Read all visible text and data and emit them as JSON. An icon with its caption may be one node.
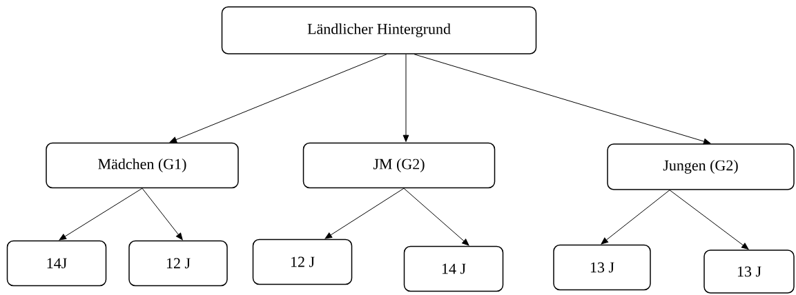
{
  "diagram": {
    "nodes": [
      {
        "text": [
          "Ländlicher Hintergrund"
        ]
      },
      {
        "text": [
          "Mädchen (G1)"
        ]
      },
      {
        "text": [
          "JM (G2)"
        ]
      },
      {
        "text": [
          "Jungen (G2)"
        ]
      },
      {
        "text": [
          "14J"
        ]
      },
      {
        "text": [
          "12 J"
        ]
      },
      {
        "text": [
          "12 J"
        ]
      },
      {
        "text": [
          "14 J"
        ]
      },
      {
        "text": [
          "13 J"
        ]
      },
      {
        "text": [
          "13 J"
        ]
      }
    ],
    "edges": [
      {
        "from": 0,
        "to": 1,
        "arrow": "to"
      },
      {
        "from": 0,
        "to": 2,
        "arrow": "to"
      },
      {
        "from": 0,
        "to": 3,
        "arrow": "to"
      },
      {
        "from": 1,
        "to": 4,
        "arrow": "to"
      },
      {
        "from": 1,
        "to": 5,
        "arrow": "to"
      },
      {
        "from": 2,
        "to": 6,
        "arrow": "to"
      },
      {
        "from": 2,
        "to": 7,
        "arrow": "to"
      },
      {
        "from": 3,
        "to": 8,
        "arrow": "to"
      },
      {
        "from": 3,
        "to": 9,
        "arrow": "to"
      }
    ]
  }
}
